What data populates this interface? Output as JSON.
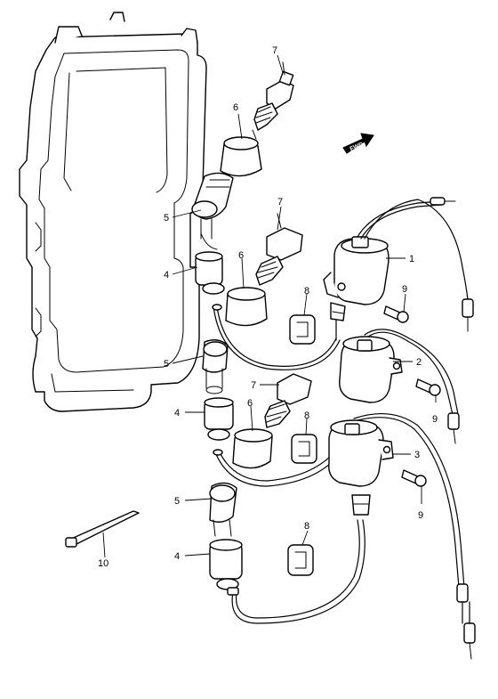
{
  "fwd_label": "FWD",
  "callouts": [
    {
      "id": "c7a",
      "label": "7"
    },
    {
      "id": "c6a",
      "label": "6"
    },
    {
      "id": "c5a",
      "label": "5"
    },
    {
      "id": "c4a",
      "label": "4"
    },
    {
      "id": "c7b",
      "label": "7"
    },
    {
      "id": "c6b",
      "label": "6"
    },
    {
      "id": "c8a",
      "label": "8"
    },
    {
      "id": "c1",
      "label": "1"
    },
    {
      "id": "c9a",
      "label": "9"
    },
    {
      "id": "c5b",
      "label": "5"
    },
    {
      "id": "c2",
      "label": "2"
    },
    {
      "id": "c7c",
      "label": "7"
    },
    {
      "id": "c4b",
      "label": "4"
    },
    {
      "id": "c6c",
      "label": "6"
    },
    {
      "id": "c8b",
      "label": "8"
    },
    {
      "id": "c9b",
      "label": "9"
    },
    {
      "id": "c3",
      "label": "3"
    },
    {
      "id": "c5c",
      "label": "5"
    },
    {
      "id": "c9c",
      "label": "9"
    },
    {
      "id": "c8c",
      "label": "8"
    },
    {
      "id": "c10",
      "label": "10"
    },
    {
      "id": "c4c",
      "label": "4"
    }
  ]
}
